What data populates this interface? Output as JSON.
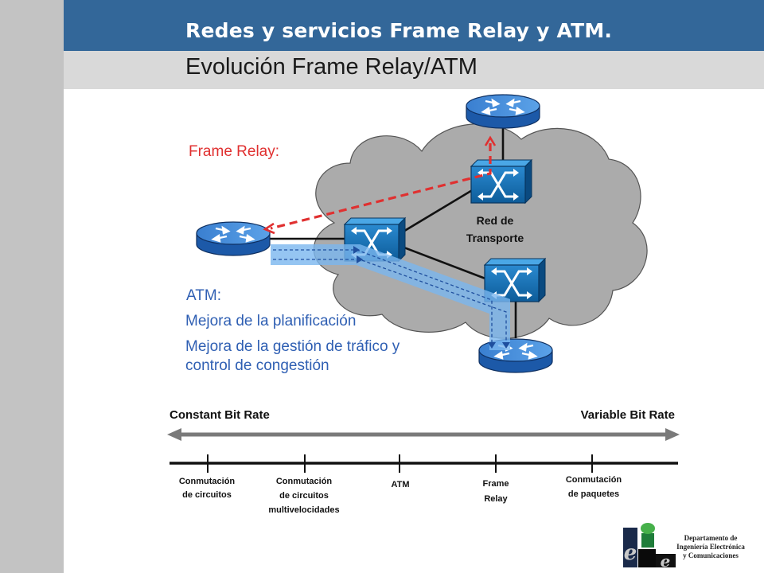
{
  "header": {
    "course_title": "Redes y servicios Frame Relay y ATM.",
    "slide_title": "Evolución Frame Relay/ATM"
  },
  "diagram": {
    "frame_relay_label": "Frame Relay:",
    "network_label_line1": "Red de",
    "network_label_line2": "Transporte",
    "atm_heading": "ATM:",
    "atm_point_1": "Mejora de la planificación",
    "atm_point_2_line1": "Mejora de la gestión de tráfico y",
    "atm_point_2_line2": "control de congestión"
  },
  "scale": {
    "left_label": "Constant Bit Rate",
    "right_label": "Variable Bit Rate",
    "ticks": [
      {
        "line1": "Conmutación",
        "line2": "de circuitos",
        "line3": ""
      },
      {
        "line1": "Conmutación",
        "line2": "de circuitos",
        "line3": "multivelocidades"
      },
      {
        "line1": "ATM",
        "line2": "",
        "line3": ""
      },
      {
        "line1": "Frame",
        "line2": "Relay",
        "line3": ""
      },
      {
        "line1": "Conmutación",
        "line2": "de paquetes",
        "line3": ""
      }
    ]
  },
  "logo": {
    "letters": "eie",
    "dept_line1": "Departamento de",
    "dept_line2": "Ingeniería Electrónica",
    "dept_line3": "y Comunicaciones"
  },
  "colors": {
    "header_blue": "#336799",
    "frame_relay_red": "#e03030",
    "atm_blue": "#2f5fb3",
    "cloud_gray": "#a9a9a9",
    "router_blue": "#3c8ad8",
    "switch_blue": "#1a6fae"
  },
  "icons": [
    "router-icon",
    "switch-icon",
    "cloud-icon"
  ]
}
